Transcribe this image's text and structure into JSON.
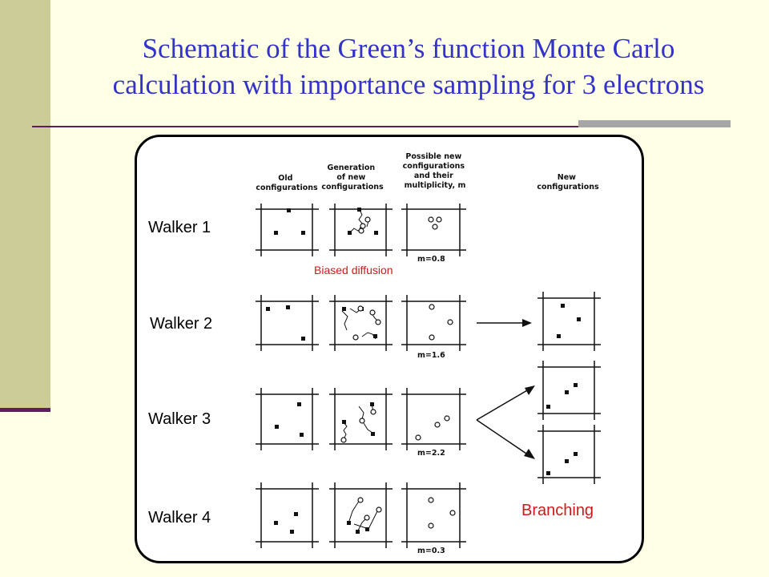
{
  "slide": {
    "title_line1": "Schematic of the Green’s function Monte Carlo",
    "title_line2": "calculation with importance sampling for 3 electrons"
  },
  "figure": {
    "column_headers": {
      "old": [
        "Old",
        "configurations"
      ],
      "generation": [
        "Generation",
        "of new",
        "configurations"
      ],
      "possible": [
        "Possible new",
        "configurations",
        "and their",
        "multiplicity, m"
      ],
      "new": [
        "New",
        "configurations"
      ]
    },
    "multiplicities": [
      "m=0.8",
      "m=1.6",
      "m=2.2",
      "m=0.3"
    ]
  },
  "annotations": {
    "walkers": [
      "Walker 1",
      "Walker 2",
      "Walker 3",
      "Walker 4"
    ],
    "biased_diffusion": "Biased diffusion",
    "branching": "Branching"
  },
  "colors": {
    "title": "#3333CC",
    "accent_red": "#CC1A1A",
    "sidebar": "#CCCC99",
    "rule": "#5C1F57"
  }
}
